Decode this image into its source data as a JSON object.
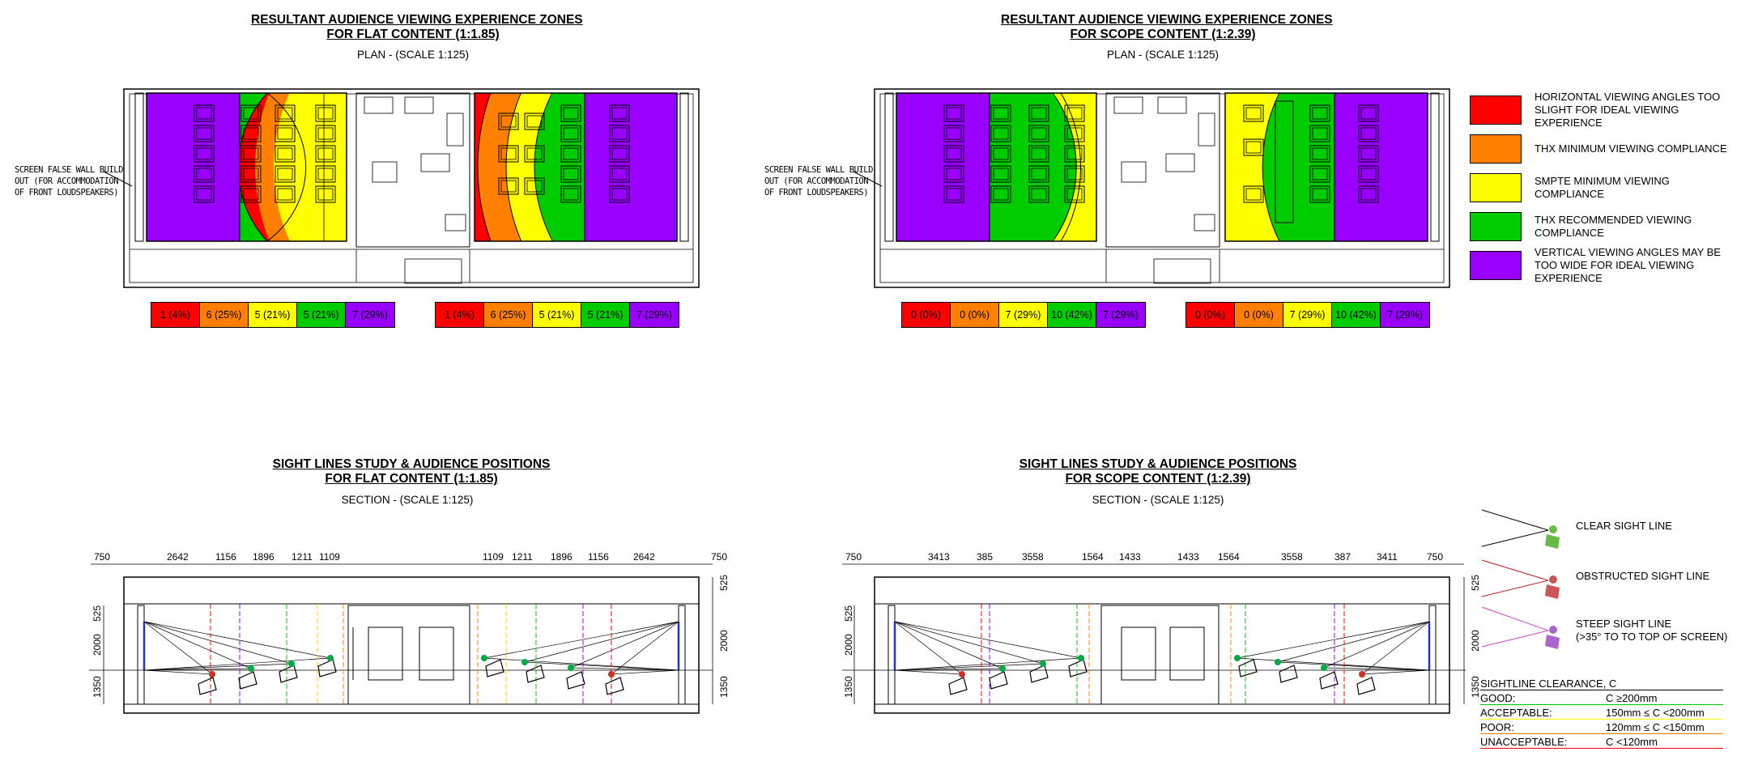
{
  "plan_left": {
    "title1": "RESULTANT AUDIENCE VIEWING EXPERIENCE ZONES",
    "title2": "FOR FLAT CONTENT (1:1.85)",
    "scale": "PLAN - (SCALE 1:125)",
    "note": [
      "SCREEN FALSE WALL BUILD",
      "OUT (FOR ACCOMMODATION",
      "OF FRONT LOUDSPEAKERS)"
    ],
    "bar_a": [
      "1 (4%)",
      "6 (25%)",
      "5 (21%)",
      "5 (21%)",
      "7 (29%)"
    ],
    "bar_b": [
      "1 (4%)",
      "6 (25%)",
      "5 (21%)",
      "5 (21%)",
      "7 (29%)"
    ]
  },
  "plan_right": {
    "title1": "RESULTANT AUDIENCE VIEWING EXPERIENCE ZONES",
    "title2": "FOR SCOPE CONTENT (1:2.39)",
    "scale": "PLAN - (SCALE 1:125)",
    "note": [
      "SCREEN FALSE WALL BUILD",
      "OUT (FOR ACCOMMODATION",
      "OF FRONT LOUDSPEAKERS)"
    ],
    "bar_a": [
      "0 (0%)",
      "0 (0%)",
      "7 (29%)",
      "10 (42%)",
      "7 (29%)"
    ],
    "bar_b": [
      "0 (0%)",
      "0 (0%)",
      "7 (29%)",
      "10 (42%)",
      "7 (29%)"
    ]
  },
  "zone_colors": {
    "red": "#ff0000",
    "orange": "#ff8000",
    "yellow": "#ffff00",
    "green": "#00cc00",
    "purple": "#9900ff"
  },
  "legend": [
    {
      "color": "#ff0000",
      "label": "HORIZONTAL VIEWING ANGLES TOO SLIGHT FOR IDEAL VIEWING EXPERIENCE"
    },
    {
      "color": "#ff8000",
      "label": "THX MINIMUM VIEWING COMPLIANCE"
    },
    {
      "color": "#ffff00",
      "label": "SMPTE MINIMUM VIEWING COMPLIANCE"
    },
    {
      "color": "#00cc00",
      "label": "THX RECOMMENDED VIEWING COMPLIANCE"
    },
    {
      "color": "#9900ff",
      "label": "VERTICAL VIEWING ANGLES MAY BE TOO WIDE FOR IDEAL VIEWING EXPERIENCE"
    }
  ],
  "section_left": {
    "title1": "SIGHT LINES STUDY & AUDIENCE POSITIONS",
    "title2": "FOR FLAT CONTENT (1:1.85)",
    "scale": "SECTION - (SCALE 1:125)",
    "dims_top": [
      "750",
      "2642",
      "1156",
      "1896",
      "1211",
      "1109",
      "1109",
      "1211",
      "1896",
      "1156",
      "2642",
      "750"
    ],
    "dims_side": [
      "525",
      "2000",
      "1350"
    ]
  },
  "section_right": {
    "title1": "SIGHT LINES STUDY & AUDIENCE POSITIONS",
    "title2": "FOR SCOPE CONTENT (1:2.39)",
    "scale": "SECTION - (SCALE 1:125)",
    "dims_top": [
      "750",
      "3413",
      "385",
      "3558",
      "1564",
      "1433",
      "1433",
      "1564",
      "3558",
      "387",
      "3411",
      "750"
    ],
    "dims_side": [
      "525",
      "2000",
      "1350"
    ]
  },
  "sightline_legend": [
    {
      "label": "CLEAR SIGHT LINE",
      "color": "#000000"
    },
    {
      "label": "OBSTRUCTED SIGHT LINE",
      "color": "#b22222"
    },
    {
      "label": "STEEP SIGHT LINE",
      "label2": "(>35° TO TO TOP OF SCREEN)",
      "color": "#cc44cc"
    }
  ],
  "clearance": {
    "title": "SIGHTLINE CLEARANCE, C",
    "rows": [
      {
        "k": "GOOD:",
        "v": "C ≥200mm",
        "color": "#00cc00"
      },
      {
        "k": "ACCEPTABLE:",
        "v": "150mm ≤ C <200mm",
        "color": "#ffff00"
      },
      {
        "k": "POOR:",
        "v": "120mm ≤ C <150mm",
        "color": "#ff8000"
      },
      {
        "k": "UNACCEPTABLE:",
        "v": "C <120mm",
        "color": "#ff0000"
      }
    ]
  }
}
